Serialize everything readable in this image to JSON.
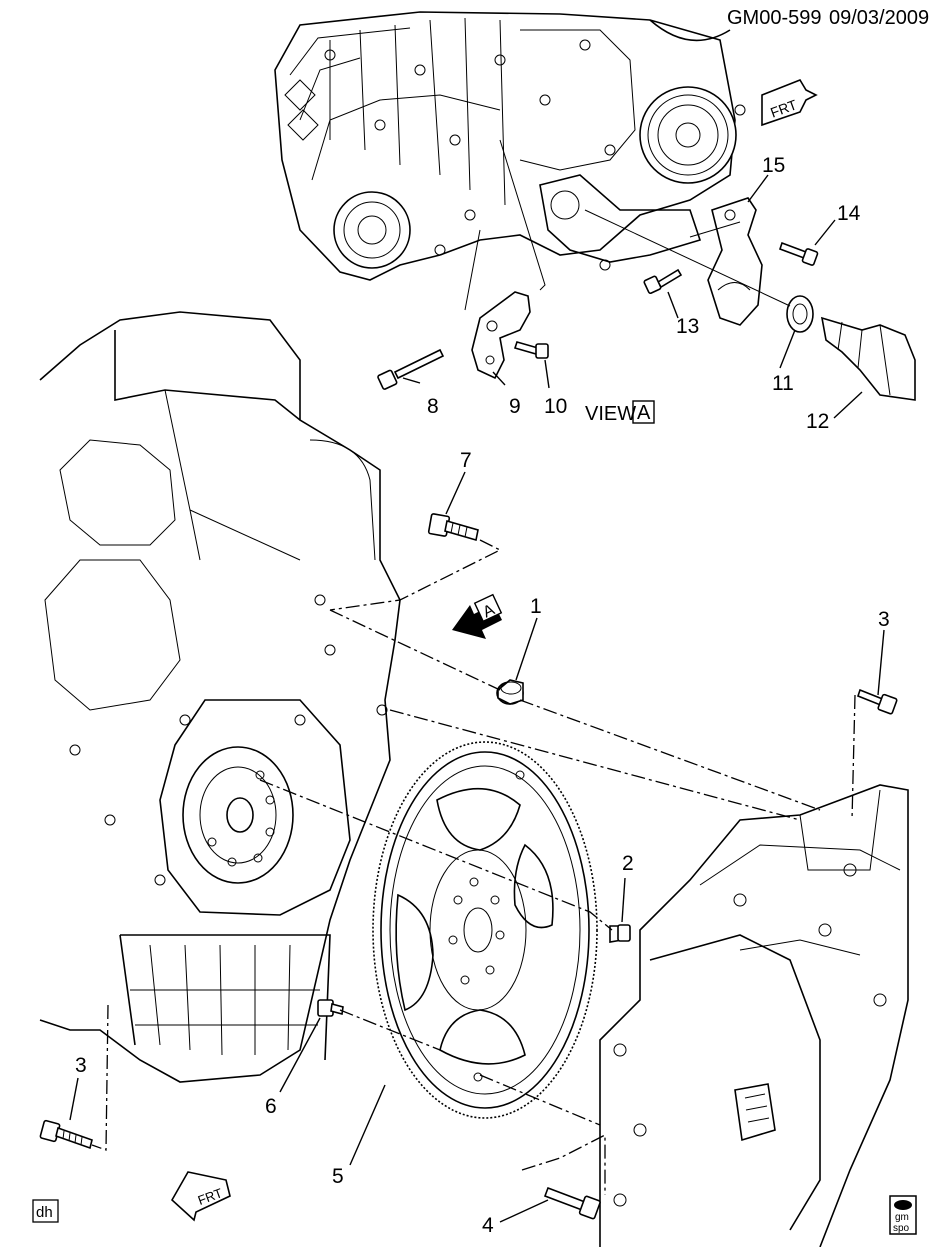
{
  "header": {
    "diagram_id": "GM00-599",
    "date": "09/03/2009"
  },
  "view_label": "VIEW",
  "view_letter": "A",
  "arrow_letter": "A",
  "front_arrow_label": "FRT",
  "corner_badge": "dh",
  "logo": {
    "top": "gm",
    "bottom": "spo"
  },
  "callouts": [
    {
      "id": "c1",
      "label": "1"
    },
    {
      "id": "c2",
      "label": "2"
    },
    {
      "id": "c3a",
      "label": "3"
    },
    {
      "id": "c3b",
      "label": "3"
    },
    {
      "id": "c4",
      "label": "4"
    },
    {
      "id": "c5",
      "label": "5"
    },
    {
      "id": "c6",
      "label": "6"
    },
    {
      "id": "c7",
      "label": "7"
    },
    {
      "id": "c8",
      "label": "8"
    },
    {
      "id": "c9",
      "label": "9"
    },
    {
      "id": "c10",
      "label": "10"
    },
    {
      "id": "c11",
      "label": "11"
    },
    {
      "id": "c12",
      "label": "12"
    },
    {
      "id": "c13",
      "label": "13"
    },
    {
      "id": "c14",
      "label": "14"
    },
    {
      "id": "c15",
      "label": "15"
    }
  ]
}
